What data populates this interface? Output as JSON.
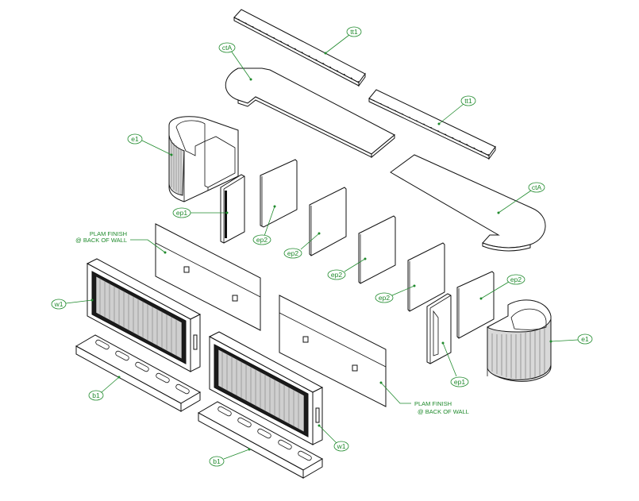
{
  "callouts": {
    "tt1_a": "tt1",
    "tt1_b": "tt1",
    "ctA_a": "ctA",
    "ctA_b": "ctA",
    "e1_a": "e1",
    "e1_b": "e1",
    "ep1_a": "ep1",
    "ep1_b": "ep1",
    "ep2_a": "ep2",
    "ep2_b": "ep2",
    "ep2_c": "ep2",
    "ep2_d": "ep2",
    "ep2_e": "ep2",
    "w1_a": "w1",
    "w1_b": "w1",
    "b1_a": "b1",
    "b1_b": "b1"
  },
  "notes": {
    "finish_left_line1": "PLAM FINISH",
    "finish_left_line2": "@ BACK OF WALL",
    "finish_right_line1": "PLAM FINISH",
    "finish_right_line2": "@ BACK OF WALL"
  },
  "colors": {
    "callout": "#1f8a2c",
    "linework": "#111111"
  }
}
